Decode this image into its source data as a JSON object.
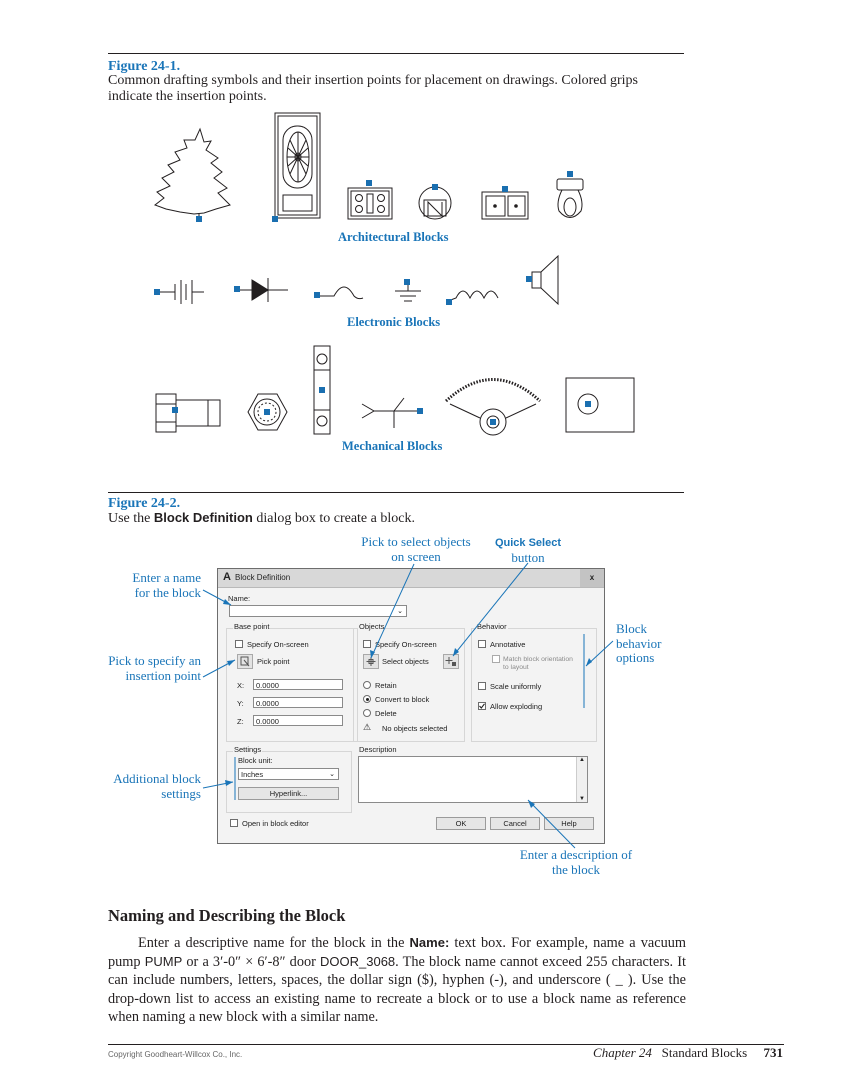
{
  "figure1": {
    "label": "Figure 24-1.",
    "caption": "Common drafting symbols and their insertion points for placement on drawings. Colored grips indicate the insertion points.",
    "groups": {
      "architectural": "Architectural Blocks",
      "electronic": "Electronic Blocks",
      "mechanical": "Mechanical Blocks"
    }
  },
  "figure2": {
    "label": "Figure 24-2.",
    "caption_before": "Use the ",
    "caption_bold": "Block Definition",
    "caption_after": " dialog box to create a block.",
    "callouts": {
      "pick_objects": "Pick to select objects on screen",
      "quick_select_bold": "Quick Select",
      "quick_select_rest": "button",
      "enter_name": "Enter a name for the block",
      "insertion_point": "Pick to specify an insertion point",
      "behavior": "Block behavior options",
      "settings": "Additional block settings",
      "description": "Enter a description of the block"
    }
  },
  "dialog": {
    "title": "Block Definition",
    "close": "x",
    "name_label": "Name:",
    "base_point": {
      "title": "Base point",
      "specify": "Specify On-screen",
      "pick": "Pick point",
      "x_label": "X:",
      "x": "0.0000",
      "y_label": "Y:",
      "y": "0.0000",
      "z_label": "Z:",
      "z": "0.0000"
    },
    "objects": {
      "title": "Objects",
      "specify": "Specify On-screen",
      "select": "Select objects",
      "retain": "Retain",
      "convert": "Convert to block",
      "delete": "Delete",
      "status": "No objects selected"
    },
    "behavior": {
      "title": "Behavior",
      "annotative": "Annotative",
      "match_1": "Match block orientation",
      "match_2": "to layout",
      "scale": "Scale uniformly",
      "explode": "Allow exploding"
    },
    "settings": {
      "title": "Settings",
      "unit_label": "Block unit:",
      "unit": "Inches",
      "hyperlink": "Hyperlink..."
    },
    "description_label": "Description",
    "open_editor": "Open in block editor",
    "ok": "OK",
    "cancel": "Cancel",
    "help": "Help"
  },
  "section": {
    "heading": "Naming and Describing the Block",
    "p1": "Enter a descriptive name for the block in the ",
    "p_name": "Name:",
    "p2": " text box. For example, name a vacuum pump ",
    "p_pump": "PUMP",
    "p3": " or a 3′-0″ × 6′-8″ door ",
    "p_door": "DOOR_3068",
    "p4": ". The block name cannot exceed 255 characters. It can include numbers, letters, spaces, the dollar sign ($), hyphen (-), and underscore ( _ ). Use the drop-down list to access an existing name to recreate a block or to use a block name as reference when naming a new block with a similar name."
  },
  "footer": {
    "copyright": "Copyright Goodheart-Willcox Co., Inc.",
    "chapter": "Chapter 24",
    "title": "Standard Blocks",
    "page": "731"
  },
  "colors": {
    "accent": "#1a75b8",
    "grip": "#1a6fb0",
    "text": "#231f20"
  }
}
